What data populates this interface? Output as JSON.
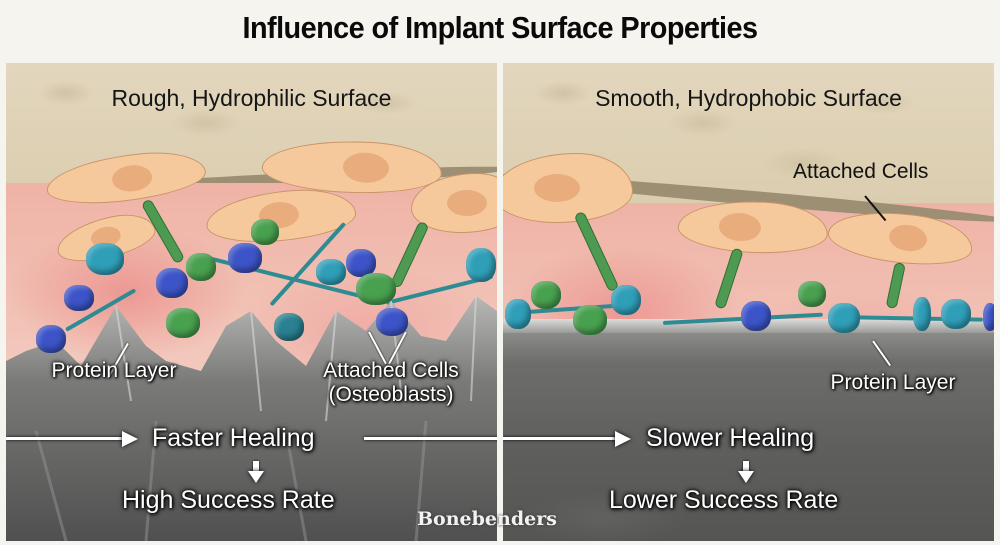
{
  "title": "Influence of Implant Surface Properties",
  "colors": {
    "background": "#f6f4ee",
    "bone": "#dccfb3",
    "tissue": "#efb3a6",
    "cell_body": "#f6c99c",
    "cell_nucleus": "#e9ac7d",
    "anchor_stalk": "#4e9a52",
    "fiber": "#2e8b94",
    "protein_blue": "#3c54c8",
    "protein_cyan": "#2f9fb8",
    "protein_green": "#48a14f",
    "implant_surface": "#6d6d6b"
  },
  "panels": {
    "left": {
      "subtitle": "Rough, Hydrophilic Surface",
      "labels": {
        "protein_layer": "Protein Layer",
        "attached_cells_line1": "Attached Cells",
        "attached_cells_line2": "(Osteoblasts)"
      },
      "outcome": {
        "healing": "Faster Healing",
        "success": "High Success Rate"
      }
    },
    "right": {
      "subtitle": "Smooth, Hydrophobic Surface",
      "labels": {
        "attached_cells": "Attached Cells",
        "protein_layer": "Protein Layer"
      },
      "outcome": {
        "healing": "Slower Healing",
        "success": "Lower Success Rate"
      }
    }
  },
  "watermark": "Bonebenders"
}
